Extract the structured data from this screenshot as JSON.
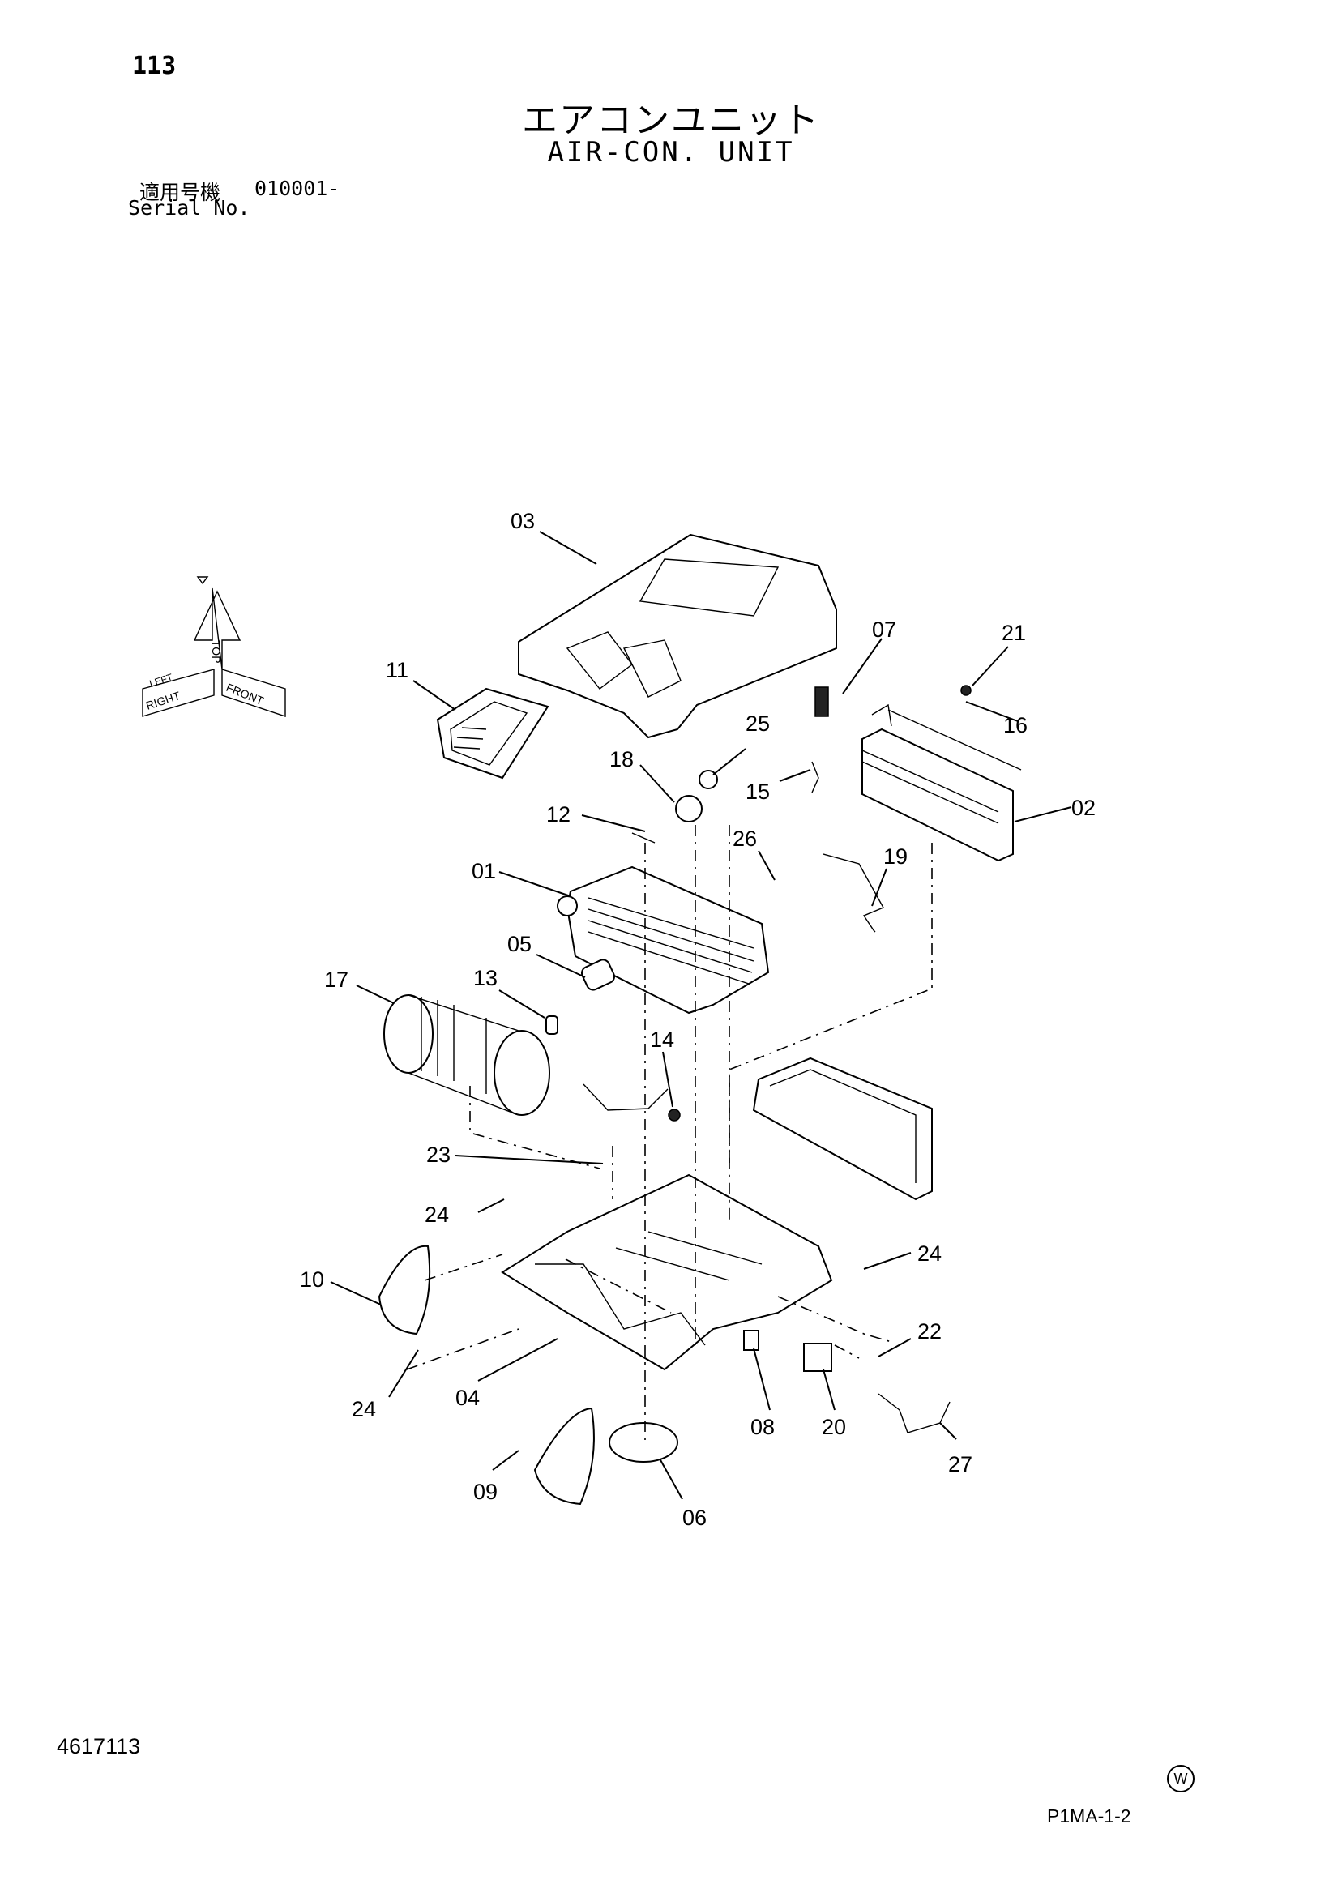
{
  "header": {
    "page_number": "113",
    "title_jp": "エアコンユニット",
    "title_en": "AIR-CON. UNIT",
    "serial_label_jp": "適用号機",
    "serial_value": "010001-",
    "serial_label_en": "Serial No."
  },
  "orientation_icon": {
    "labels": [
      "TOP",
      "FRONT",
      "RIGHT",
      "LEFT"
    ]
  },
  "parts": [
    {
      "id": "01"
    },
    {
      "id": "02"
    },
    {
      "id": "03"
    },
    {
      "id": "04"
    },
    {
      "id": "05"
    },
    {
      "id": "06"
    },
    {
      "id": "07"
    },
    {
      "id": "08"
    },
    {
      "id": "09"
    },
    {
      "id": "10"
    },
    {
      "id": "11"
    },
    {
      "id": "12"
    },
    {
      "id": "13"
    },
    {
      "id": "14"
    },
    {
      "id": "15"
    },
    {
      "id": "16"
    },
    {
      "id": "17"
    },
    {
      "id": "18"
    },
    {
      "id": "19"
    },
    {
      "id": "20"
    },
    {
      "id": "21"
    },
    {
      "id": "22"
    },
    {
      "id": "23"
    },
    {
      "id": "24"
    },
    {
      "id": "25"
    },
    {
      "id": "26"
    },
    {
      "id": "27"
    }
  ],
  "footer": {
    "doc_number": "4617113",
    "mark": "W",
    "sheet_ref": "P1MA-1-2"
  }
}
